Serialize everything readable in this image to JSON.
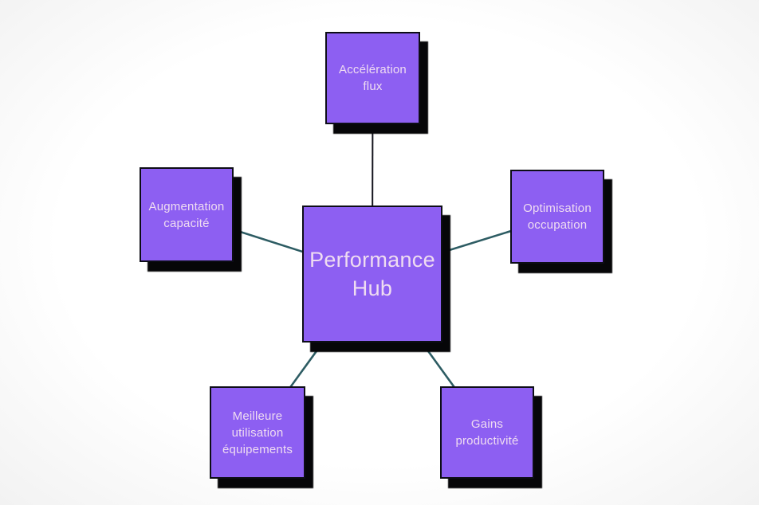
{
  "diagram": {
    "hub": {
      "label": "Performance Hub"
    },
    "nodes": [
      {
        "id": "top",
        "label": "Accélération flux"
      },
      {
        "id": "left",
        "label": "Augmentation capacité"
      },
      {
        "id": "right",
        "label": "Optimisation occupation"
      },
      {
        "id": "bottom-left",
        "label": "Meilleure utilisation équipements"
      },
      {
        "id": "bottom-right",
        "label": "Gains productivité"
      }
    ],
    "colors": {
      "node_fill": "#8d5ff2",
      "node_border": "#0d0d17",
      "node_shadow": "#060608",
      "node_text": "#efdcf1",
      "connector_diagonal": "#2d5c63",
      "connector_vertical": "#14141d"
    }
  }
}
